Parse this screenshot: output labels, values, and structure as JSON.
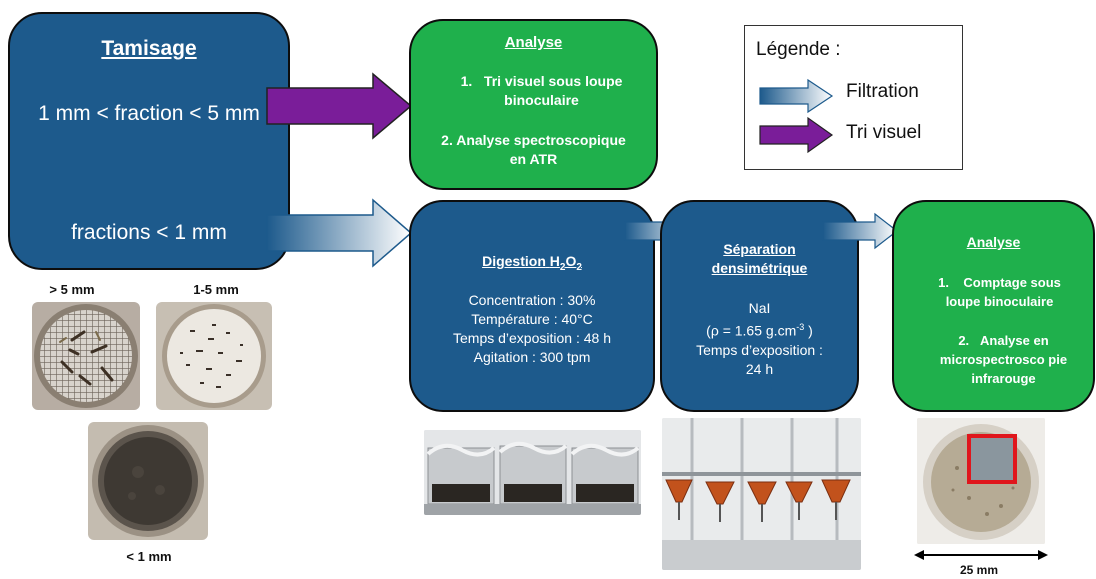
{
  "tamisage": {
    "title": "Tamisage",
    "fraction_top": "1 mm < fraction < 5 mm",
    "fraction_bottom": "fractions < 1 mm"
  },
  "analyse1": {
    "title": "Analyse",
    "item1": "1.   Tri visuel sous loupe binoculaire",
    "item2": "2. Analyse spectroscopique en ATR"
  },
  "legend": {
    "title": "Légende :",
    "filtration": "Filtration",
    "tri": "Tri visuel"
  },
  "digestion": {
    "title": "Digestion",
    "formula_h": "H",
    "formula_2a": "2",
    "formula_o": "O",
    "formula_2b": "2",
    "lines": [
      "Concentration : 30%",
      "Température : 40°C",
      "Temps d’exposition : 48 h",
      "Agitation : 300 tpm"
    ]
  },
  "separation": {
    "title": "Séparation densimétrique",
    "nai": "NaI",
    "rho": "(ρ = 1.65 g.cm",
    "rho_exp": "-3",
    "rho_end": " )",
    "temps": "Temps d’exposition :",
    "duree": "24 h"
  },
  "analyse2": {
    "title": "Analyse",
    "item1": "1.    Comptage sous loupe binoculaire",
    "item2": "2.   Analyse en microspectrosco pie infrarouge"
  },
  "photo_labels": {
    "gt5": "> 5 mm",
    "r15": "1-5 mm",
    "lt1": "< 1 mm",
    "scale": "25 mm"
  },
  "colors": {
    "blue_box": "#1d5a8c",
    "green_box": "#1fb04c",
    "purple_arrow": "#7a1d99",
    "filtration_gradient": [
      "#1d5a8c",
      "#ffffff"
    ]
  }
}
